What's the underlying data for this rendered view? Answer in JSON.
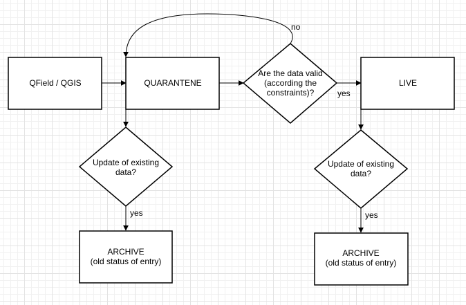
{
  "nodes": {
    "qfield": {
      "label": "QField / QGIS"
    },
    "quarantene": {
      "label": "QUARANTENE"
    },
    "live": {
      "label": "LIVE"
    },
    "valid_decision": {
      "lines": [
        "Are the data valid",
        "(according the",
        "constraints)?"
      ]
    },
    "update_left": {
      "lines": [
        "Update of existing",
        "data?"
      ]
    },
    "update_right": {
      "lines": [
        "Update of existing",
        "data?"
      ]
    },
    "archive_left": {
      "lines": [
        "ARCHIVE",
        "(old status of entry)"
      ]
    },
    "archive_right": {
      "lines": [
        "ARCHIVE",
        "(old status of entry)"
      ]
    }
  },
  "edges": {
    "no_label": "no",
    "yes_valid_label": "yes",
    "yes_left_label": "yes",
    "yes_right_label": "yes"
  }
}
